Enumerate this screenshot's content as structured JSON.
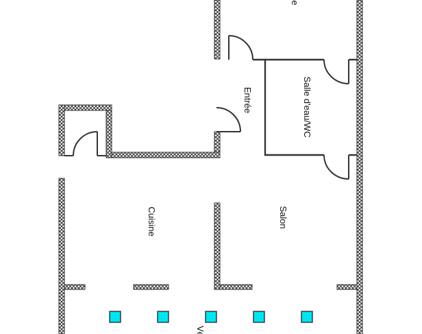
{
  "rooms": {
    "top_fragment": "e",
    "entree": "Entrée",
    "salle_eau": "Salle d'eau/WC",
    "cuisine": "Cuisine",
    "salon": "Salon",
    "bottom_fragment": "Vé"
  },
  "colors": {
    "wall": "#333333",
    "marker_fill": "#00e5ee",
    "background": "#ffffff"
  },
  "markers": {
    "count": 5
  }
}
